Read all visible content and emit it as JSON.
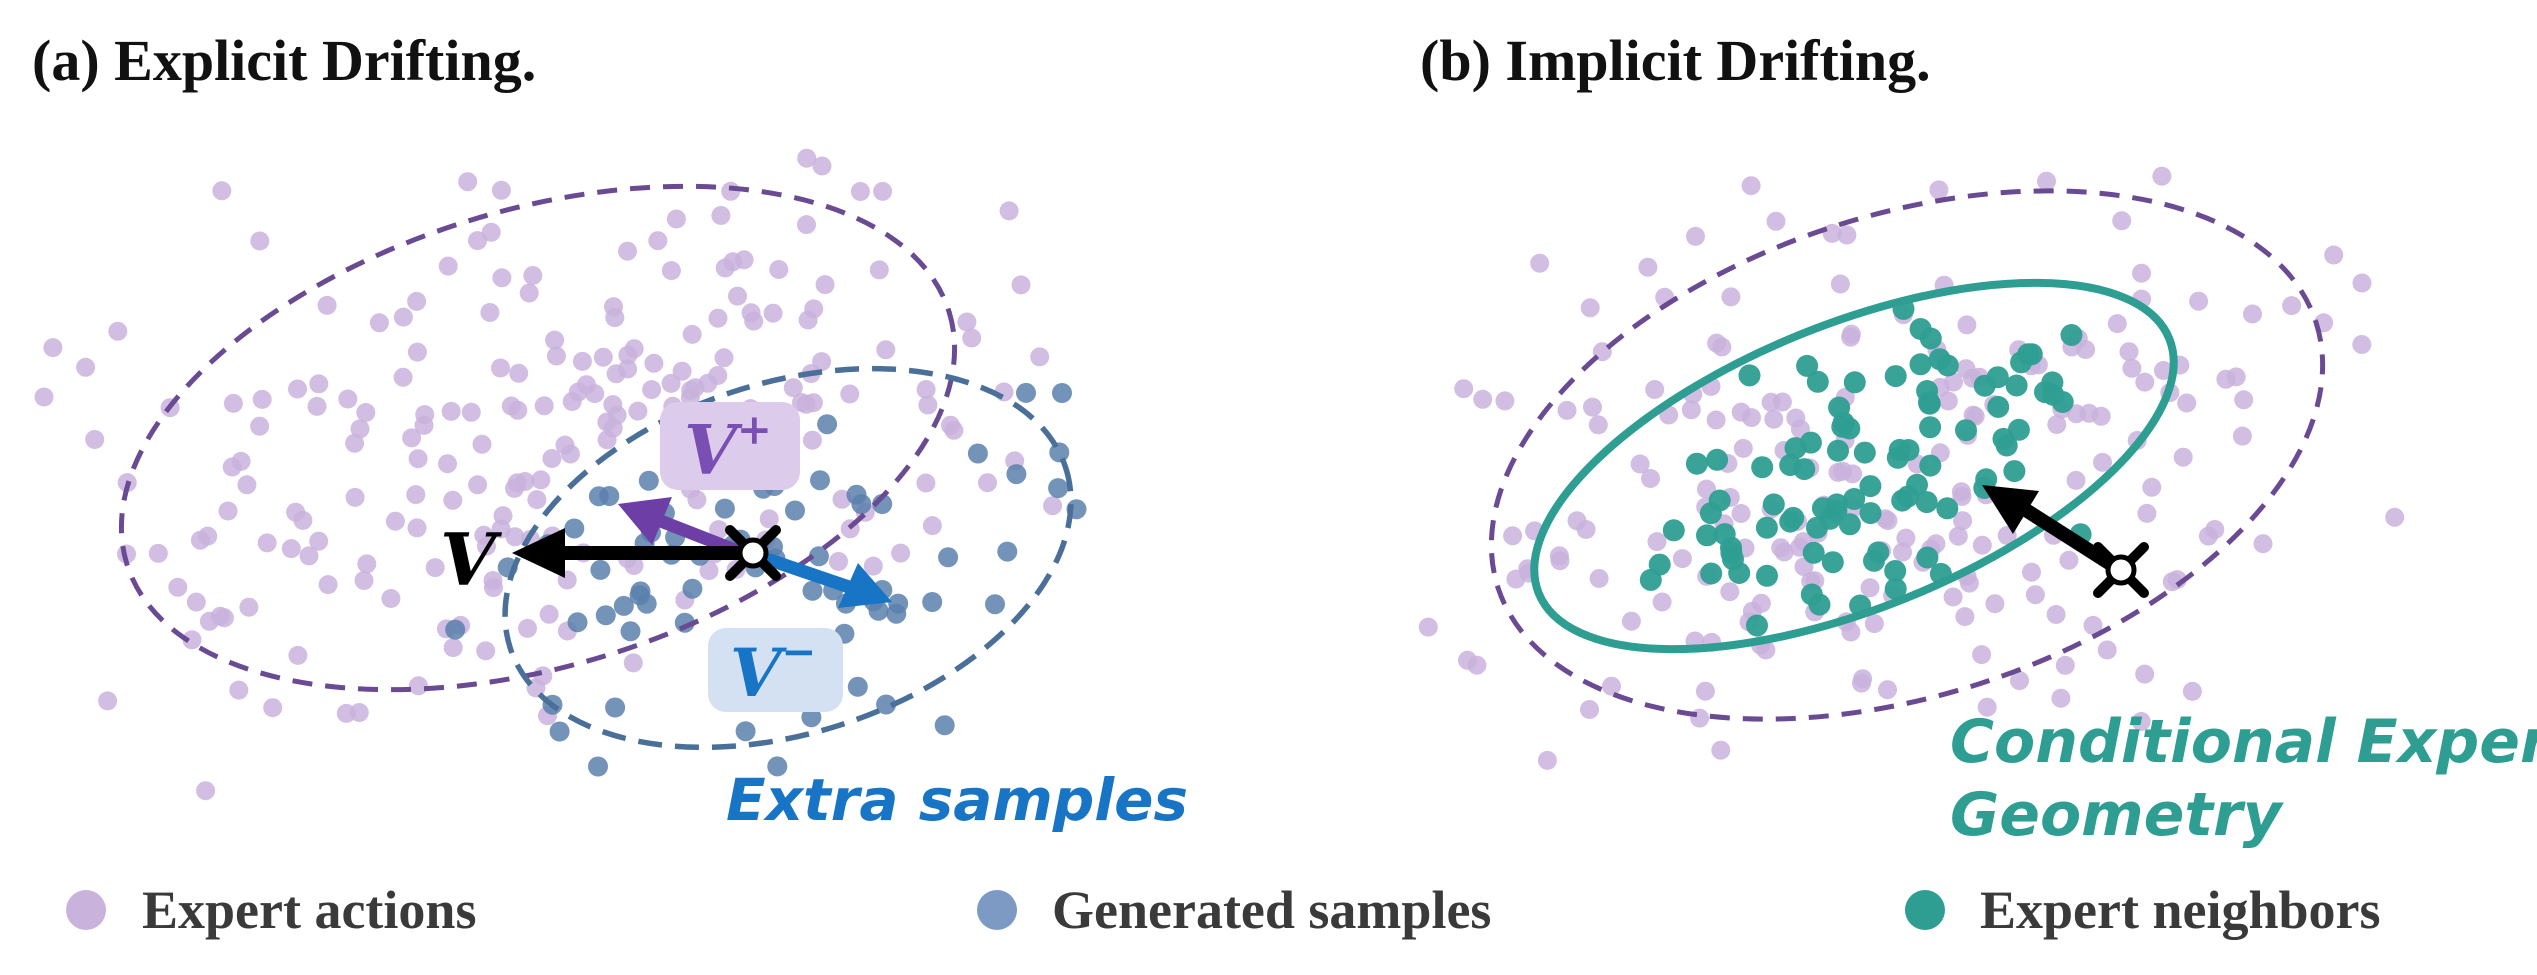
{
  "panels": {
    "a": {
      "title": "(a) Explicit Drifting."
    },
    "b": {
      "title": "(b) Implicit Drifting."
    }
  },
  "labels": {
    "v": "V",
    "v_plus_base": "V",
    "v_plus_sup": "+",
    "v_minus_base": "V",
    "v_minus_sup": "−",
    "extra_samples": "Extra samples",
    "conditional_line1": "Conditional Expert",
    "conditional_line2": "Geometry"
  },
  "legend": [
    {
      "label": "Expert actions",
      "color": "#c9b3dd"
    },
    {
      "label": "Generated samples",
      "color": "#7d9ac4"
    },
    {
      "label": "Expert neighbors",
      "color": "#2e9e92"
    }
  ],
  "colors": {
    "expert": "#c9b3dd",
    "generated": "#5b80ad",
    "neighbor": "#2e9e92",
    "purple_ellipse": "#6a4a92",
    "blue_ellipse": "#4a6f98",
    "teal_ellipse": "#2e9e92",
    "v_plus_arrow": "#6d3fa6",
    "v_minus_arrow": "#1874c4",
    "v_plus_box": "#dccbea",
    "v_minus_box": "#d4e1f3",
    "extra_text": "#1874c4",
    "conditional_text": "#2e9e92"
  }
}
